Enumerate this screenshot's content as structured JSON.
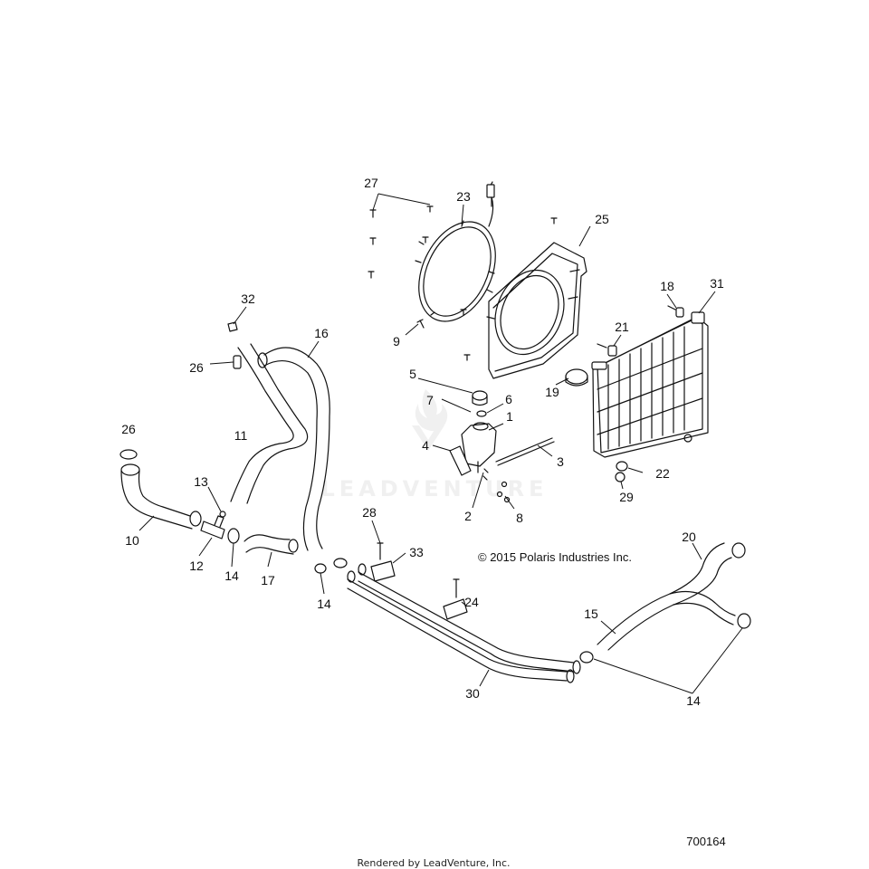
{
  "copyright": "© 2015 Polaris Industries Inc.",
  "diagram_id": "700164",
  "footer": "Rendered by LeadVenture, Inc.",
  "watermark": "LEADVENTURE",
  "colors": {
    "line": "#111111",
    "watermark": "#e4e4e4"
  },
  "callouts": [
    {
      "id": "c27",
      "text": "27"
    },
    {
      "id": "c23",
      "text": "23"
    },
    {
      "id": "c25",
      "text": "25"
    },
    {
      "id": "c18",
      "text": "18"
    },
    {
      "id": "c31",
      "text": "31"
    },
    {
      "id": "c32",
      "text": "32"
    },
    {
      "id": "c16",
      "text": "16"
    },
    {
      "id": "c9",
      "text": "9"
    },
    {
      "id": "c21",
      "text": "21"
    },
    {
      "id": "c26a",
      "text": "26"
    },
    {
      "id": "c5",
      "text": "5"
    },
    {
      "id": "c19",
      "text": "19"
    },
    {
      "id": "c7",
      "text": "7"
    },
    {
      "id": "c6",
      "text": "6"
    },
    {
      "id": "c1",
      "text": "1"
    },
    {
      "id": "c26b",
      "text": "26"
    },
    {
      "id": "c11",
      "text": "11"
    },
    {
      "id": "c4",
      "text": "4"
    },
    {
      "id": "c3",
      "text": "3"
    },
    {
      "id": "c22",
      "text": "22"
    },
    {
      "id": "c13",
      "text": "13"
    },
    {
      "id": "c29",
      "text": "29"
    },
    {
      "id": "c2",
      "text": "2"
    },
    {
      "id": "c8",
      "text": "8"
    },
    {
      "id": "c28",
      "text": "28"
    },
    {
      "id": "c10",
      "text": "10"
    },
    {
      "id": "c20",
      "text": "20"
    },
    {
      "id": "c33",
      "text": "33"
    },
    {
      "id": "c12",
      "text": "12"
    },
    {
      "id": "c14a",
      "text": "14"
    },
    {
      "id": "c17",
      "text": "17"
    },
    {
      "id": "c14b",
      "text": "14"
    },
    {
      "id": "c24",
      "text": "24"
    },
    {
      "id": "c15",
      "text": "15"
    },
    {
      "id": "c30",
      "text": "30"
    },
    {
      "id": "c14c",
      "text": "14"
    }
  ]
}
